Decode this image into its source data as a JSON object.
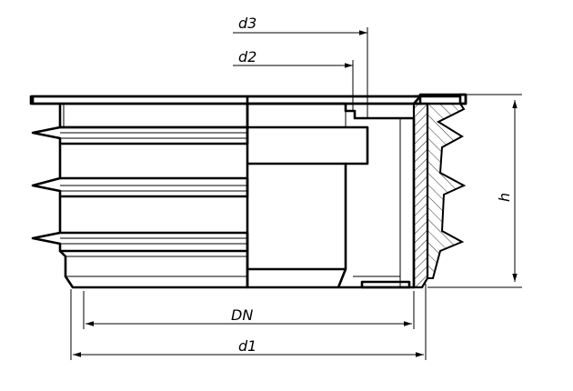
{
  "drawing": {
    "labels": {
      "d3": "d3",
      "d2": "d2",
      "h": "h",
      "dn": "DN",
      "d1": "d1"
    },
    "colors": {
      "line": "#000000",
      "background": "#ffffff",
      "hatch": "#000000"
    }
  }
}
